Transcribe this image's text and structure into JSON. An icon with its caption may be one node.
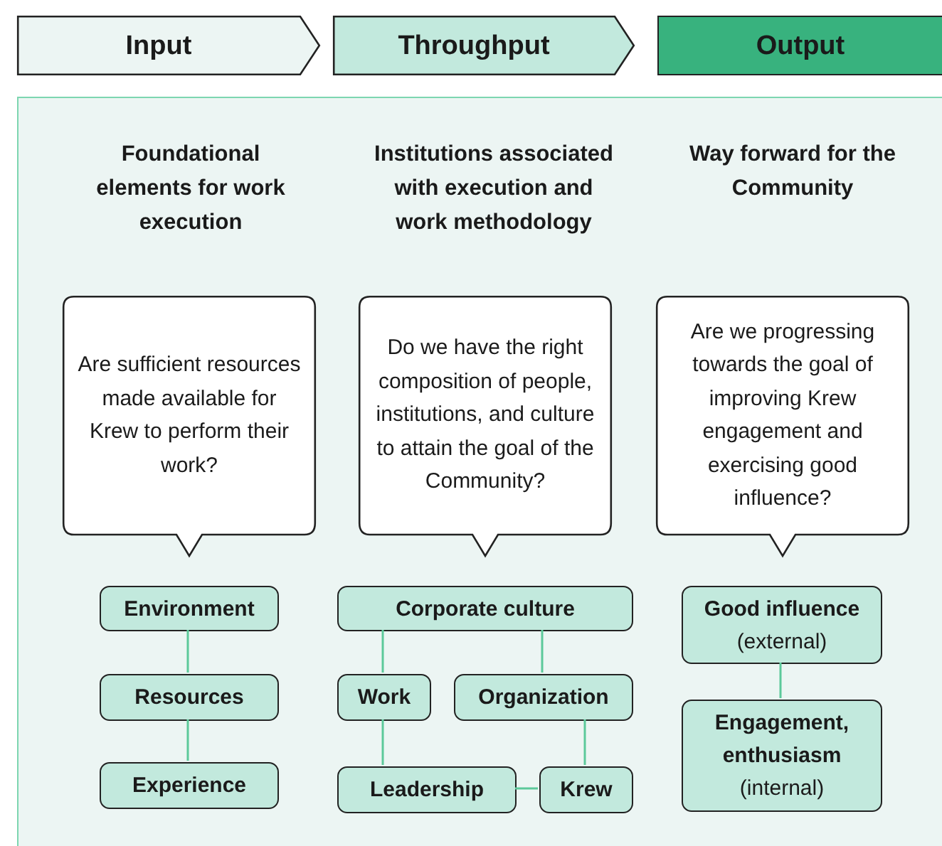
{
  "diagram": {
    "nodes": [
      {
        "text": [
          "Input"
        ]
      },
      {
        "text": [
          "Throughput"
        ]
      },
      {
        "text": [
          "Output"
        ]
      },
      {
        "text": [],
        "shape": "box"
      },
      {
        "text": [
          "Are sufficient resources made available for Krew to perform their work?"
        ],
        "in": 3
      },
      {
        "text": [
          "Do we have the right composition of people, institutions, and culture to attain the goal of the Community?"
        ],
        "in": 3
      },
      {
        "text": [
          "Are we progressing towards the goal of improving Krew engagement and exercising good influence?"
        ],
        "in": 3
      },
      {
        "text": [
          "Environment"
        ],
        "in": 3
      },
      {
        "text": [
          "Resources"
        ],
        "in": 3
      },
      {
        "text": [
          "Experience"
        ],
        "in": 3
      },
      {
        "text": [
          "Corporate culture"
        ],
        "in": 3
      },
      {
        "text": [
          "Work"
        ],
        "in": 3
      },
      {
        "text": [
          "Organization"
        ],
        "in": 3
      },
      {
        "text": [
          "Leadership"
        ],
        "in": 3
      },
      {
        "text": [
          "Krew"
        ],
        "in": 3
      },
      {
        "text": [
          "Good influence",
          "(external)"
        ],
        "in": 3
      },
      {
        "text": [
          "Engagement, enthusiasm",
          "(internal)"
        ],
        "in": 3
      }
    ],
    "edges": [
      {
        "from": 7,
        "to": 8,
        "arrow": "none"
      },
      {
        "from": 8,
        "to": 9,
        "arrow": "none"
      },
      {
        "from": 10,
        "to": 11,
        "arrow": "none"
      },
      {
        "from": 10,
        "to": 12,
        "arrow": "none"
      },
      {
        "from": 11,
        "to": 13,
        "arrow": "none"
      },
      {
        "from": 12,
        "to": 14,
        "arrow": "none"
      },
      {
        "from": 13,
        "to": 14,
        "arrow": "none"
      },
      {
        "from": 15,
        "to": 16,
        "arrow": "none"
      }
    ],
    "labels": [
      "Foundational elements for work execution",
      "Institutions associated with execution and work methodology",
      "Way forward for the Community"
    ]
  }
}
